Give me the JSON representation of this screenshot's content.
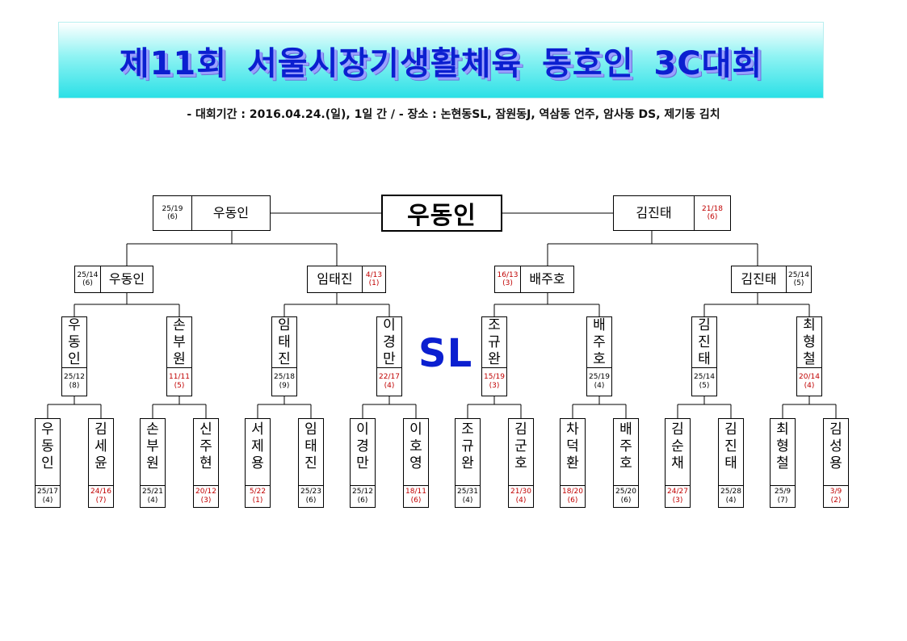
{
  "title": "제11회  서울시장기생활체육  동호인  3C대회",
  "subtitle": "- 대회기간 : 2016.04.24.(일), 1일 간 / - 장소 : 논현동SL, 잠원동J, 역삼동 언주, 암사동 DS, 제기동 김치",
  "venue_label": "SL",
  "champion": "우동인",
  "final": {
    "left": {
      "name": "우동인",
      "score": "25/19",
      "innings": "(6)"
    },
    "right": {
      "name": "김진태",
      "score": "21/18",
      "innings": "(6)"
    }
  },
  "semis": [
    {
      "name": "우동인",
      "score": "25/14",
      "innings": "(6)"
    },
    {
      "name": "임태진",
      "score": "4/13",
      "innings": "(1)"
    },
    {
      "name": "배주호",
      "score": "16/13",
      "innings": "(3)"
    },
    {
      "name": "김진태",
      "score": "25/14",
      "innings": "(5)"
    }
  ],
  "quarters": [
    {
      "name": "우동인",
      "score": "25/12",
      "innings": "(8)"
    },
    {
      "name": "손부원",
      "score": "11/11",
      "innings": "(5)"
    },
    {
      "name": "임태진",
      "score": "25/18",
      "innings": "(9)"
    },
    {
      "name": "이경만",
      "score": "22/17",
      "innings": "(4)"
    },
    {
      "name": "조규완",
      "score": "15/19",
      "innings": "(3)"
    },
    {
      "name": "배주호",
      "score": "25/19",
      "innings": "(4)"
    },
    {
      "name": "김진태",
      "score": "25/14",
      "innings": "(5)"
    },
    {
      "name": "최형철",
      "score": "20/14",
      "innings": "(4)"
    }
  ],
  "round1": [
    {
      "name": "우동인",
      "score": "25/17",
      "innings": "(4)"
    },
    {
      "name": "김세윤",
      "score": "24/16",
      "innings": "(7)"
    },
    {
      "name": "손부원",
      "score": "25/21",
      "innings": "(4)"
    },
    {
      "name": "신주현",
      "score": "20/12",
      "innings": "(3)"
    },
    {
      "name": "서제용",
      "score": "5/22",
      "innings": "(1)"
    },
    {
      "name": "임태진",
      "score": "25/23",
      "innings": "(6)"
    },
    {
      "name": "이경만",
      "score": "25/12",
      "innings": "(6)"
    },
    {
      "name": "이호영",
      "score": "18/11",
      "innings": "(6)"
    },
    {
      "name": "조규완",
      "score": "25/31",
      "innings": "(4)"
    },
    {
      "name": "김군호",
      "score": "21/30",
      "innings": "(4)"
    },
    {
      "name": "차덕환",
      "score": "18/20",
      "innings": "(6)"
    },
    {
      "name": "배주호",
      "score": "25/20",
      "innings": "(6)"
    },
    {
      "name": "김순채",
      "score": "24/27",
      "innings": "(3)"
    },
    {
      "name": "김진태",
      "score": "25/28",
      "innings": "(4)"
    },
    {
      "name": "최형철",
      "score": "25/9",
      "innings": "(7)"
    },
    {
      "name": "김성용",
      "score": "3/9",
      "innings": "(2)"
    }
  ]
}
